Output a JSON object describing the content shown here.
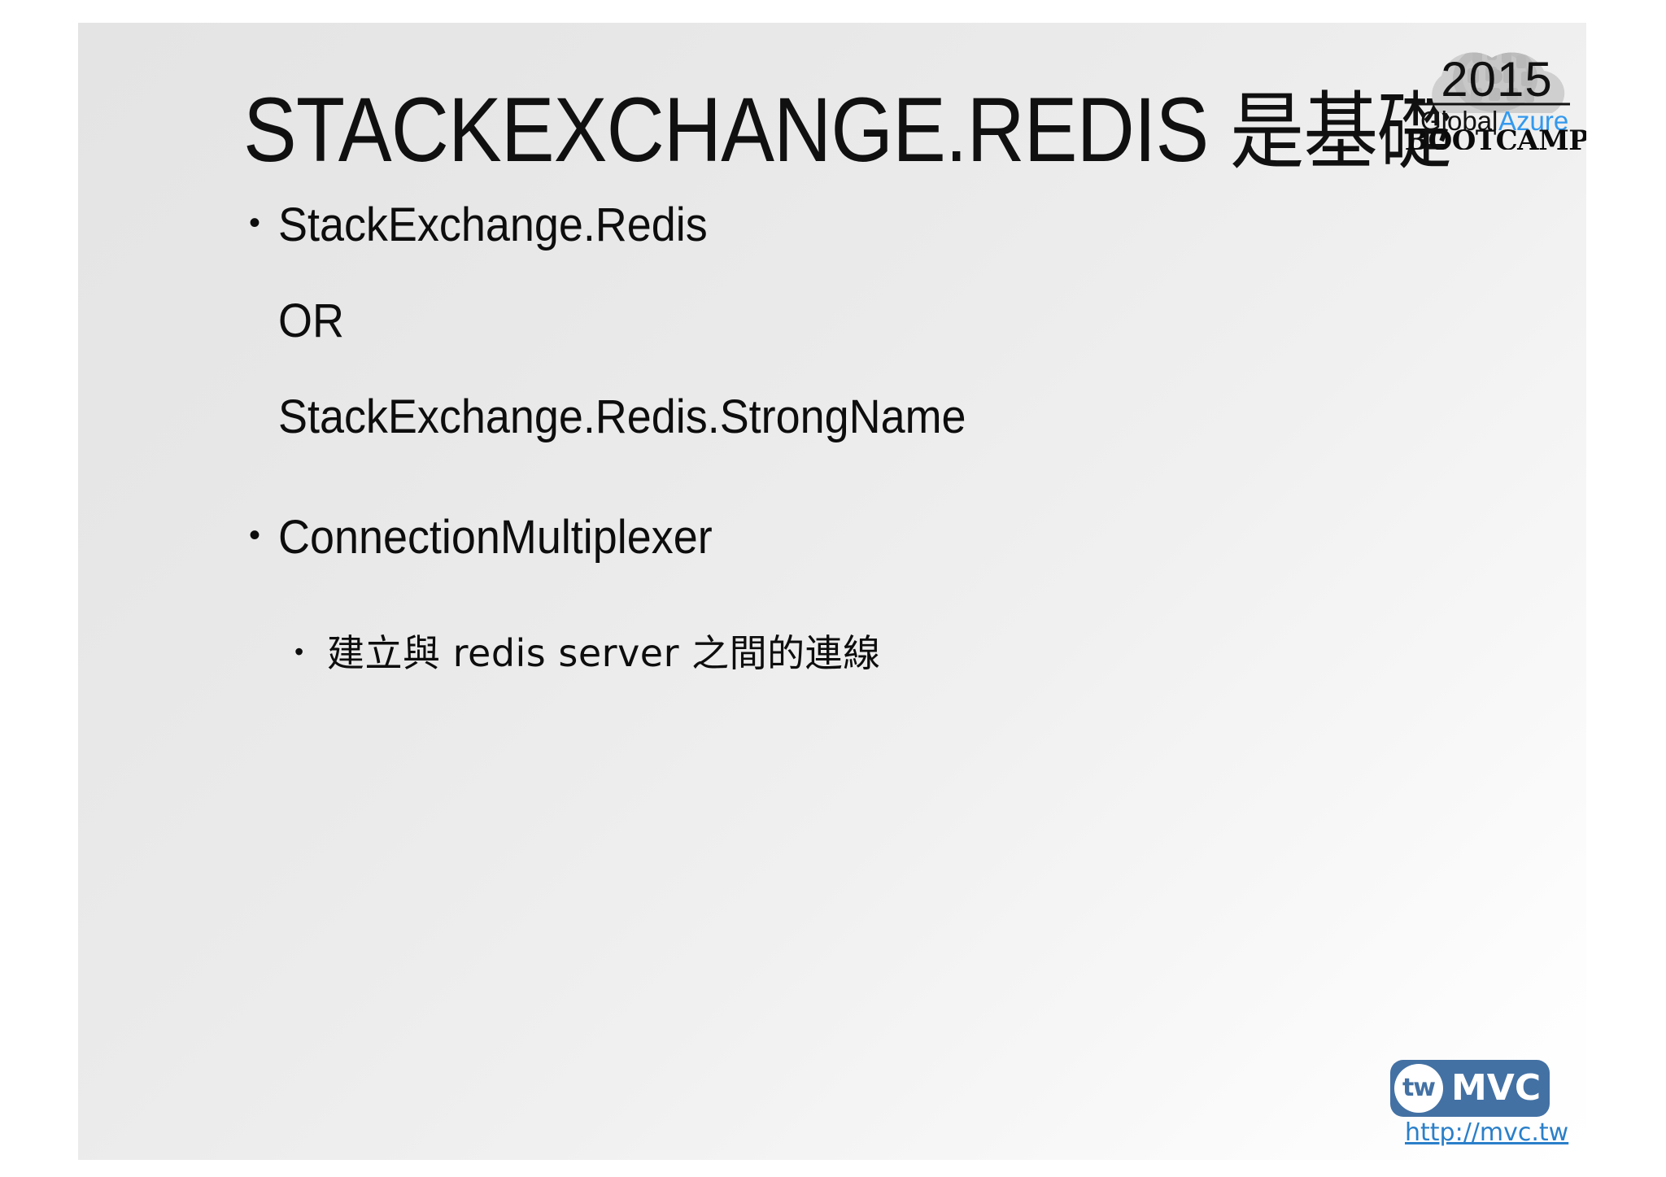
{
  "slide": {
    "title_latin": "STACKEXCHANGE.REDIS",
    "title_cjk": "是基礎",
    "bullets": [
      {
        "level": 1,
        "marker": "•",
        "text": "StackExchange.Redis"
      },
      {
        "level": 1,
        "marker": "",
        "text": "OR"
      },
      {
        "level": 1,
        "marker": "",
        "text": "StackExchange.Redis.StrongName"
      },
      {
        "level": 1,
        "marker": "•",
        "text": "ConnectionMultiplexer"
      },
      {
        "level": 2,
        "marker": "•",
        "text": "建立與 redis server 之間的連線"
      }
    ]
  },
  "gab_logo": {
    "year": "2015",
    "global": "Global",
    "azure": "Azure",
    "bootcamp": "BOOTCAMP",
    "azure_color": "#3399ee",
    "cloud_color": "#c9c9c9",
    "text_color": "#111111"
  },
  "twmvc_logo": {
    "tw": "tw",
    "mvc": "MVC",
    "url": "http://mvc.tw",
    "badge_color": "#4371a4",
    "url_color": "#2a7fc9"
  },
  "theme": {
    "background_start": "#e4e4e4",
    "background_end": "#ffffff",
    "text_color": "#0d0d0d"
  }
}
